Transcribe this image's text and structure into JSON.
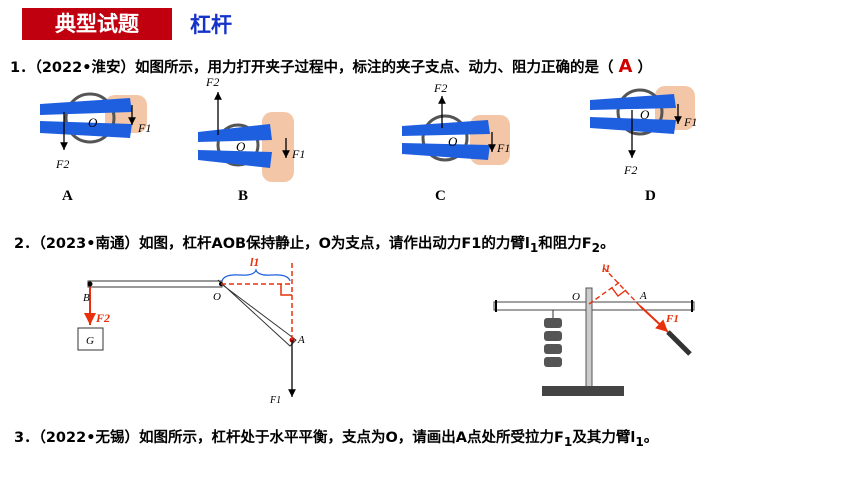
{
  "header": {
    "badge": "典型试题",
    "topic": "杠杆"
  },
  "q1": {
    "number": "1．",
    "text": "（2022•淮安）如图所示，用力打开夹子过程中，标注的夹子支点、动力、阻力正确的是（",
    "answer": "A",
    "close": "）",
    "options": [
      "A",
      "B",
      "C",
      "D"
    ]
  },
  "q2": {
    "number": "2．",
    "text": "（2023•南通）如图，杠杆AOB保持静止，O为支点，请作出动力F1的力臂l",
    "sub1": "1",
    "mid": "和阻力F",
    "sub2": "2",
    "end": "。"
  },
  "q3": {
    "number": "3．",
    "text": "（2022•无锡）如图所示，杠杆处于水平平衡，支点为O，请画出A点处所受拉力F",
    "sub1": "1",
    "mid": "及其力臂l",
    "sub2": "1",
    "end": "。"
  },
  "labels": {
    "O": "O",
    "F1": "F1",
    "F2": "F2",
    "l1": "l1",
    "A": "A",
    "B": "B",
    "G": "G"
  },
  "colors": {
    "clip": "#1e5fe0",
    "arrow_red": "#e8300c",
    "badge": "#c0000f",
    "topic": "#1533c9"
  }
}
